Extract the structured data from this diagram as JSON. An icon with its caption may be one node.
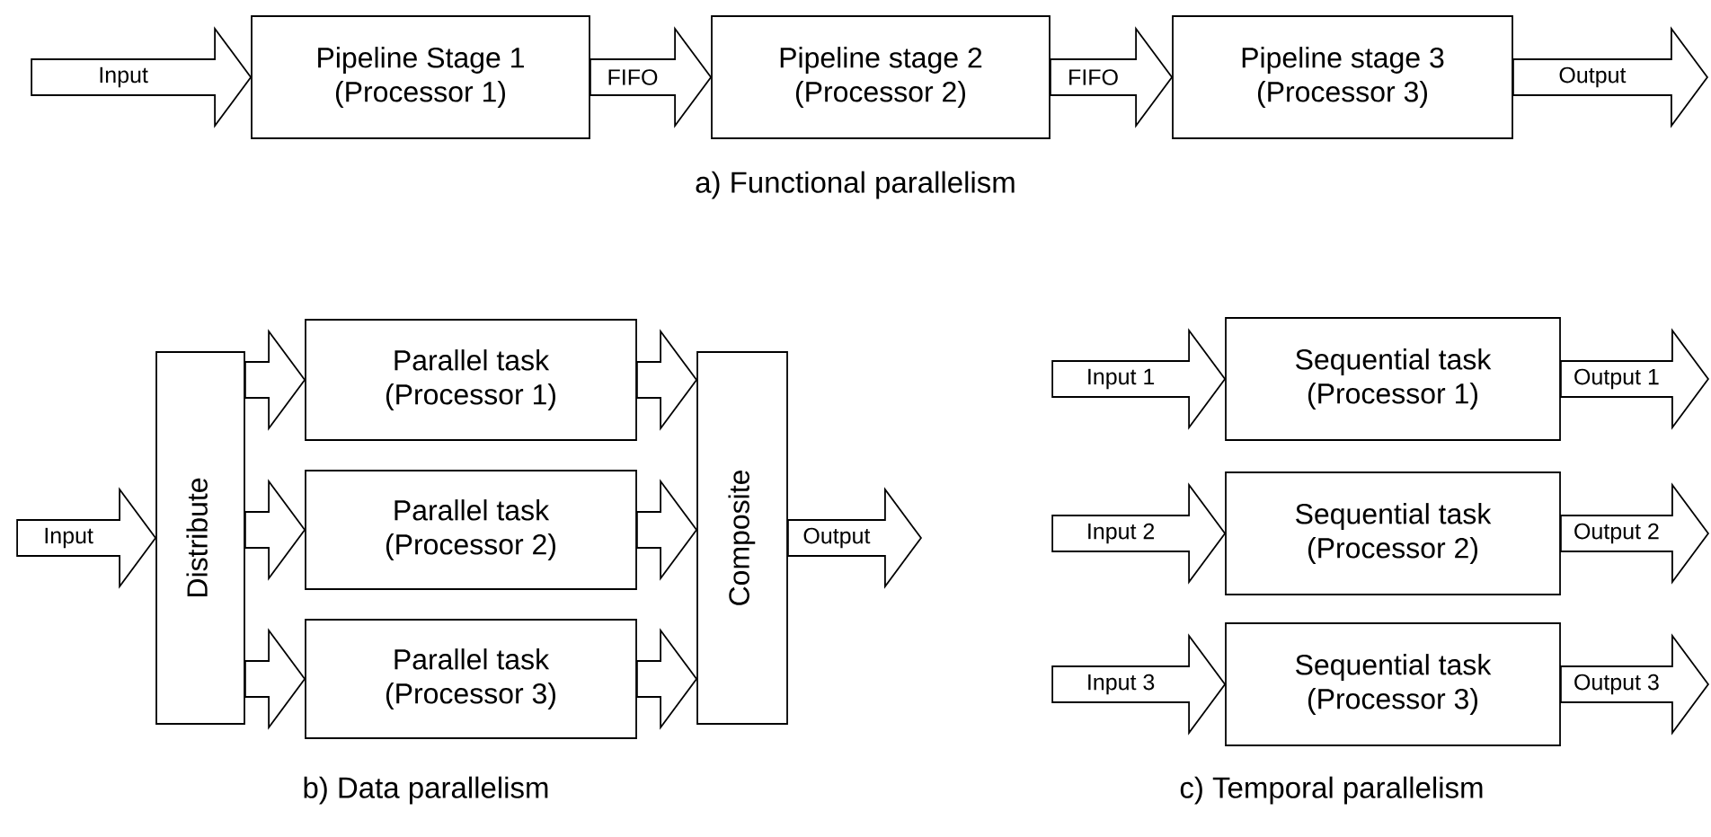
{
  "diagram": {
    "nodes": [
      {
        "text": [
          "Pipeline Stage 1",
          "(Processor 1)"
        ]
      },
      {
        "text": [
          "Pipeline stage 2",
          "(Processor 2)"
        ]
      },
      {
        "text": [
          "Pipeline stage 3",
          "(Processor 3)"
        ]
      },
      {
        "text": [
          "Distribute"
        ]
      },
      {
        "text": [
          "Parallel task",
          "(Processor 1)"
        ]
      },
      {
        "text": [
          "Parallel task",
          "(Processor 2)"
        ]
      },
      {
        "text": [
          "Parallel task",
          "(Processor 3)"
        ]
      },
      {
        "text": [
          "Composite"
        ]
      },
      {
        "text": [
          "Sequential task",
          "(Processor 1)"
        ]
      },
      {
        "text": [
          "Sequential task",
          "(Processor 2)"
        ]
      },
      {
        "text": [
          "Sequential task",
          "(Processor 3)"
        ]
      }
    ],
    "edges": [
      {
        "from": null,
        "to": 0,
        "arrow": "to",
        "label": "Input"
      },
      {
        "from": 0,
        "to": 1,
        "arrow": "to",
        "label": "FIFO"
      },
      {
        "from": 1,
        "to": 2,
        "arrow": "to",
        "label": "FIFO"
      },
      {
        "from": 2,
        "to": null,
        "arrow": "to",
        "label": "Output"
      },
      {
        "from": null,
        "to": 3,
        "arrow": "to",
        "label": "Input"
      },
      {
        "from": 3,
        "to": 4,
        "arrow": "to"
      },
      {
        "from": 3,
        "to": 5,
        "arrow": "to"
      },
      {
        "from": 3,
        "to": 6,
        "arrow": "to"
      },
      {
        "from": 4,
        "to": 7,
        "arrow": "to"
      },
      {
        "from": 5,
        "to": 7,
        "arrow": "to"
      },
      {
        "from": 6,
        "to": 7,
        "arrow": "to"
      },
      {
        "from": 7,
        "to": null,
        "arrow": "to",
        "label": "Output"
      },
      {
        "from": null,
        "to": 8,
        "arrow": "to",
        "label": "Input 1"
      },
      {
        "from": 8,
        "to": null,
        "arrow": "to",
        "label": "Output 1"
      },
      {
        "from": null,
        "to": 9,
        "arrow": "to",
        "label": "Input 2"
      },
      {
        "from": 9,
        "to": null,
        "arrow": "to",
        "label": "Output 2"
      },
      {
        "from": null,
        "to": 10,
        "arrow": "to",
        "label": "Input 3"
      },
      {
        "from": 10,
        "to": null,
        "arrow": "to",
        "label": "Output 3"
      }
    ],
    "labels": [
      "a) Functional parallelism",
      "b) Data parallelism",
      "c) Temporal parallelism"
    ]
  }
}
